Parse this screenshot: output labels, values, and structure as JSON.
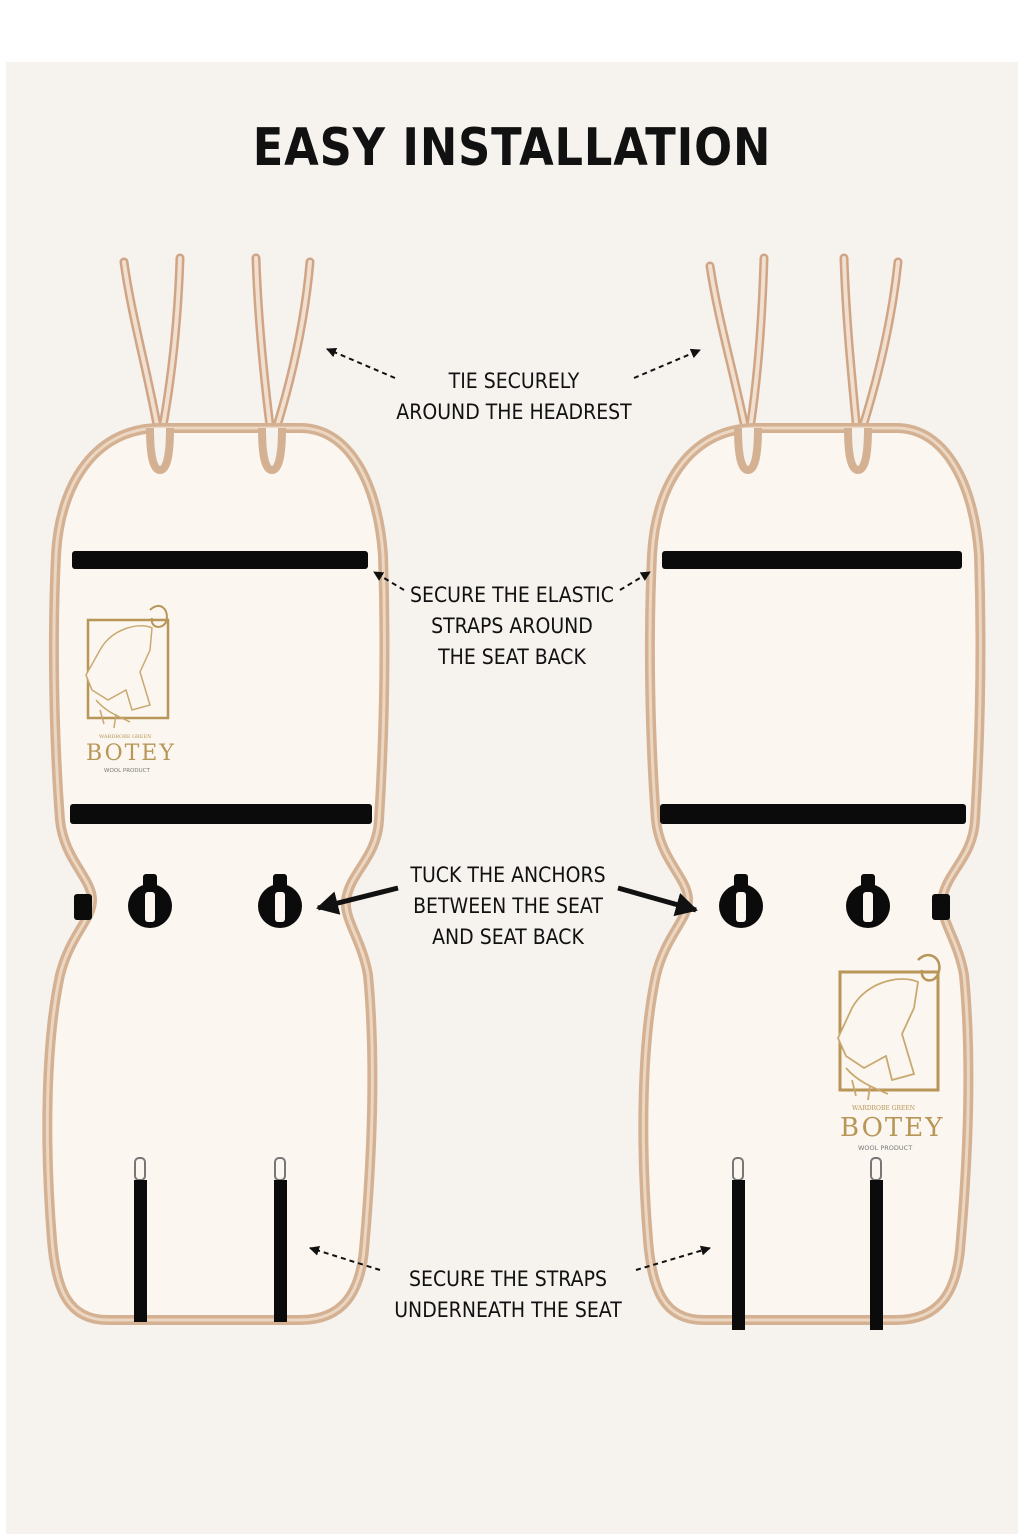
{
  "title": "EASY INSTALLATION",
  "instructions": {
    "headrest": [
      "TIE SECURELY",
      "AROUND THE HEADREST"
    ],
    "elastic": [
      "SECURE THE ELASTIC",
      "STRAPS AROUND",
      "THE SEAT BACK"
    ],
    "anchors": [
      "TUCK THE ANCHORS",
      "BETWEEN THE SEAT",
      "AND SEAT BACK"
    ],
    "bottom": [
      "SECURE THE STRAPS",
      "UNDERNEATH THE SEAT"
    ]
  },
  "brand": {
    "tagline": "WARDROBE GREEN",
    "name": "BOTEY",
    "subtitle": "WOOL PRODUCT"
  },
  "colors": {
    "background": "#f6f2ee",
    "cover": "#fbf6ef",
    "piping": "#d9b89c",
    "strap": "#0b0b0b",
    "logo_gold": "#b89658"
  }
}
